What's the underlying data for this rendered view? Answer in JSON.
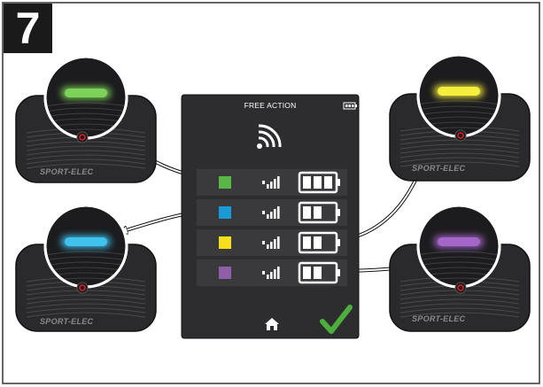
{
  "step_number": "7",
  "phone": {
    "title": "FREE ACTION",
    "rows": [
      {
        "color": "#5ab647",
        "name": "green"
      },
      {
        "color": "#1a9ad8",
        "name": "blue"
      },
      {
        "color": "#f4df1a",
        "name": "yellow"
      },
      {
        "color": "#8e5fa8",
        "name": "purple"
      }
    ],
    "home_icon": "home-icon",
    "confirm_icon": "checkmark-icon",
    "confirm_color": "#4caf3c",
    "wifi_icon": "wireless-signal-icon"
  },
  "devices": [
    {
      "brand": "SPORT-ELEC",
      "led_color": "#7dd35a",
      "name": "green"
    },
    {
      "brand": "SPORT-ELEC",
      "led_color": "#f6ee3c",
      "name": "yellow"
    },
    {
      "brand": "SPORT-ELEC",
      "led_color": "#3fc2ee",
      "name": "blue"
    },
    {
      "brand": "SPORT-ELEC",
      "led_color": "#a466c8",
      "name": "purple"
    }
  ]
}
